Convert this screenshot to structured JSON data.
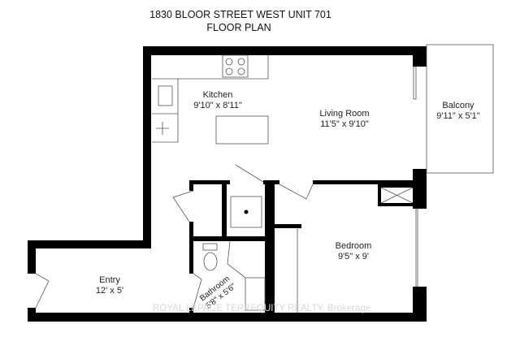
{
  "title": {
    "line1": "1830 BLOOR STREET WEST UNIT 701",
    "line2": "FLOOR PLAN"
  },
  "rooms": [
    {
      "name": "Kitchen",
      "size": "9'10\" x 8'11\""
    },
    {
      "name": "Living Room",
      "size": "11'5\" x 9'10\""
    },
    {
      "name": "Balcony",
      "size": "9'11\" x 5'1\""
    },
    {
      "name": "Bedroom",
      "size": "9'5\" x 9'"
    },
    {
      "name": "Entry",
      "size": "12' x 5'"
    },
    {
      "name": "Bathroom",
      "size": "5'8\" x 5'6\""
    }
  ],
  "watermark": "ROYAL LEPAGE TERREQUITY REALTY, Brokerage"
}
